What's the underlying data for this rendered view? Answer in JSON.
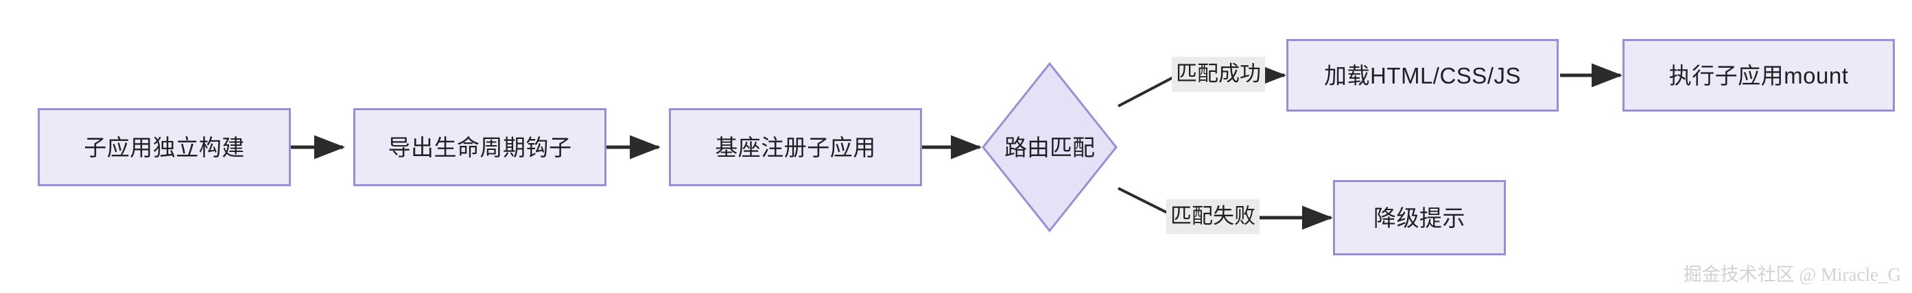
{
  "diagram": {
    "type": "flowchart",
    "title": "",
    "direction": "left-to-right",
    "colors": {
      "node_fill": "#ebeaf9",
      "node_border": "#9a8ed3",
      "edge_stroke": "#2b2b2b",
      "edge_label_bg": "#ebebeb",
      "text": "#1f1f24",
      "watermark": "#d2d2d2",
      "background": "#ffffff"
    },
    "nodes": [
      {
        "id": "n1",
        "label": "子应用独立构建",
        "shape": "rect"
      },
      {
        "id": "n2",
        "label": "导出生命周期钩子",
        "shape": "rect"
      },
      {
        "id": "n3",
        "label": "基座注册子应用",
        "shape": "rect"
      },
      {
        "id": "n4",
        "label": "路由匹配",
        "shape": "diamond"
      },
      {
        "id": "n5",
        "label": "加载HTML/CSS/JS",
        "shape": "rect"
      },
      {
        "id": "n6",
        "label": "执行子应用mount",
        "shape": "rect"
      },
      {
        "id": "n7",
        "label": "降级提示",
        "shape": "rect"
      }
    ],
    "edges": [
      {
        "from": "n1",
        "to": "n2",
        "label": ""
      },
      {
        "from": "n2",
        "to": "n3",
        "label": ""
      },
      {
        "from": "n3",
        "to": "n4",
        "label": ""
      },
      {
        "from": "n4",
        "to": "n5",
        "label": "匹配成功"
      },
      {
        "from": "n5",
        "to": "n6",
        "label": ""
      },
      {
        "from": "n4",
        "to": "n7",
        "label": "匹配失败"
      }
    ],
    "edge_labels": {
      "match_success": "匹配成功",
      "match_failure": "匹配失败"
    }
  },
  "watermark": {
    "text": "掘金技术社区 @ Miracle_G"
  }
}
